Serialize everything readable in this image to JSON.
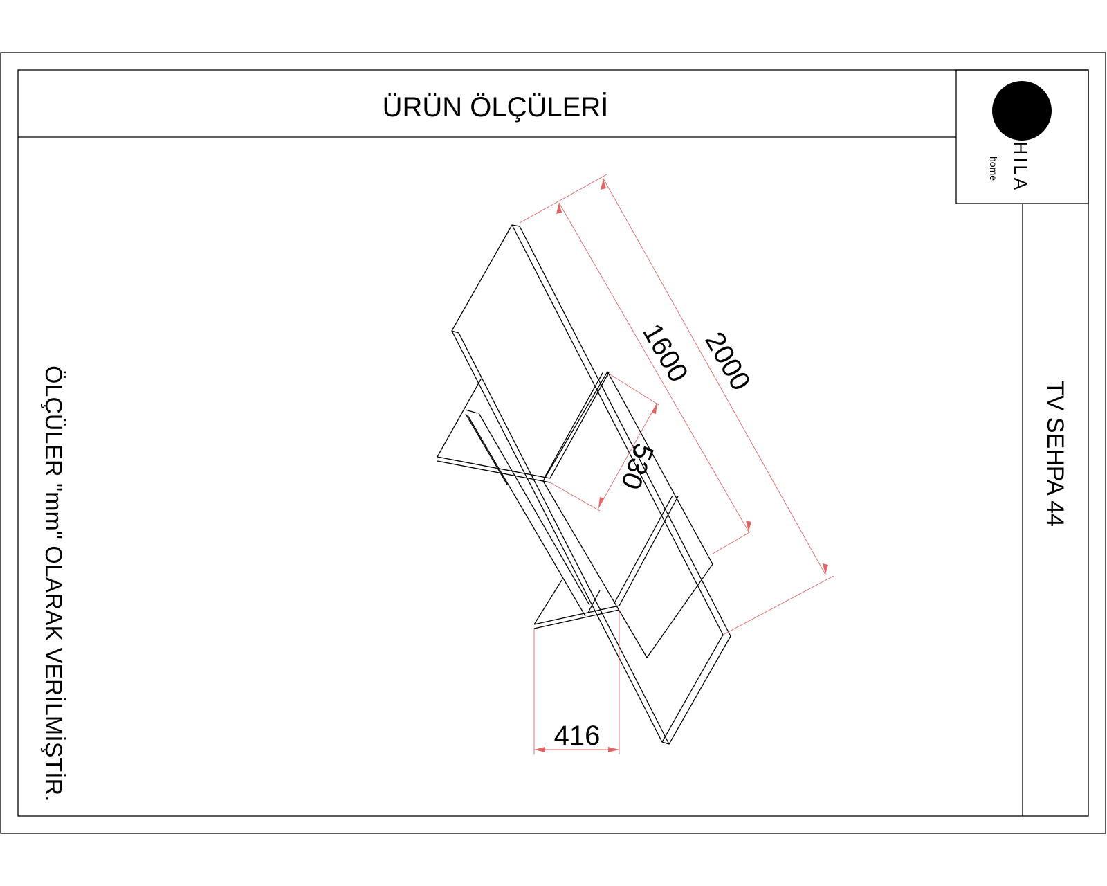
{
  "sheet": {
    "title": "ÜRÜN ÖLÇÜLERİ",
    "product_name": "TV SEHPA 44",
    "units_note": "ÖLÇÜLER \"mm\" OLARAK VERİLMİŞTİR."
  },
  "logo": {
    "brand": "SHILA",
    "tagline": "home"
  },
  "dimensions": {
    "overall_length": "2000",
    "inner_length": "1600",
    "depth": "530",
    "height": "416"
  },
  "colors": {
    "dimension_lines": "#e06666",
    "drawing_lines": "#000000"
  }
}
